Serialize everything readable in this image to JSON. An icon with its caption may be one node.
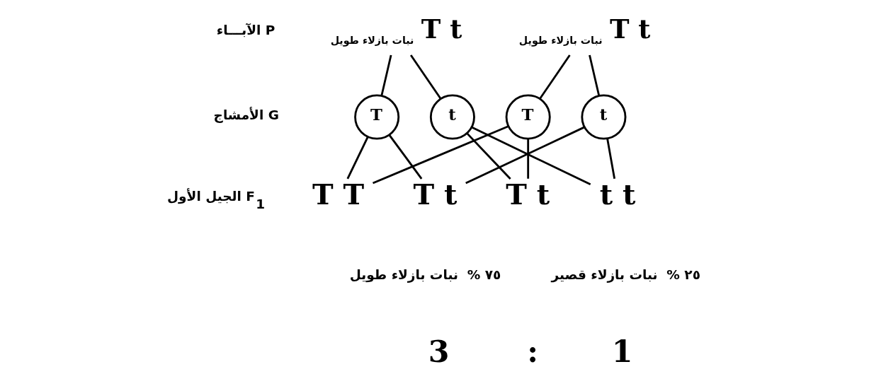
{
  "diagram": {
    "nodes": [
      {
        "text": [
          "T t"
        ],
        "beside": [
          "نبات بازلاء طويل"
        ]
      },
      {
        "text": [
          "T t"
        ],
        "beside": [
          "نبات بازلاء طويل"
        ]
      },
      {
        "text": [
          "T"
        ]
      },
      {
        "text": [
          "t"
        ]
      },
      {
        "text": [
          "T"
        ]
      },
      {
        "text": [
          "t"
        ]
      },
      {
        "text": [
          "T T"
        ]
      },
      {
        "text": [
          "T t"
        ]
      },
      {
        "text": [
          "T t"
        ]
      },
      {
        "text": [
          "t t"
        ]
      }
    ],
    "edges": [
      {
        "from": 0,
        "to": 2,
        "arrow": "none"
      },
      {
        "from": 0,
        "to": 3,
        "arrow": "none"
      },
      {
        "from": 1,
        "to": 4,
        "arrow": "none"
      },
      {
        "from": 1,
        "to": 5,
        "arrow": "none"
      },
      {
        "from": 2,
        "to": 6,
        "arrow": "none"
      },
      {
        "from": 4,
        "to": 6,
        "arrow": "none"
      },
      {
        "from": 2,
        "to": 7,
        "arrow": "none"
      },
      {
        "from": 5,
        "to": 7,
        "arrow": "none"
      },
      {
        "from": 3,
        "to": 8,
        "arrow": "none"
      },
      {
        "from": 4,
        "to": 8,
        "arrow": "none"
      },
      {
        "from": 3,
        "to": 9,
        "arrow": "none"
      },
      {
        "from": 5,
        "to": 9,
        "arrow": "none"
      }
    ],
    "labels": [
      "الآبـــاء P",
      "الأمشاج G",
      "الجيل الأول F$_{1}$",
      "٢٥ %  نبات بازلاء قصير",
      "٧٥ %  نبات بازلاء طويل",
      "3",
      ":",
      "1"
    ]
  }
}
